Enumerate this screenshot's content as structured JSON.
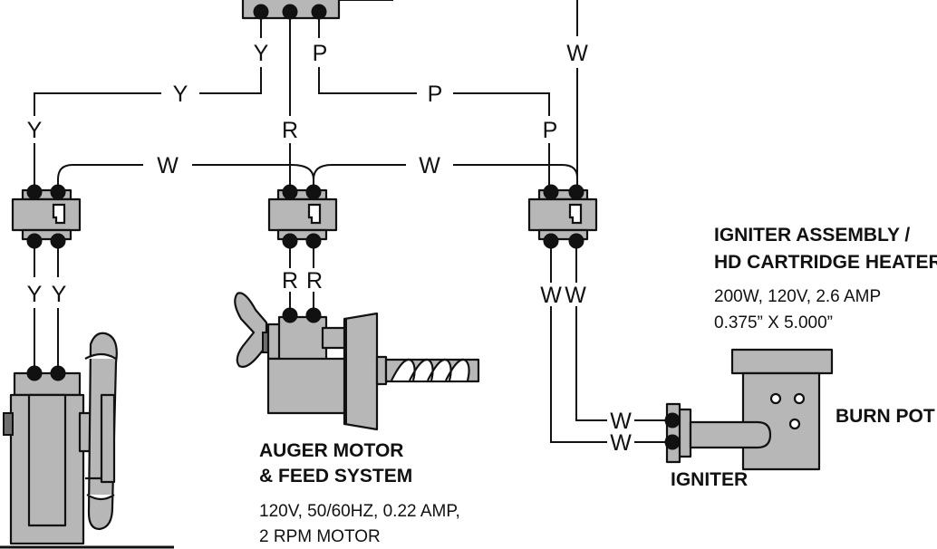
{
  "wire_labels": {
    "top_y": "Y",
    "top_p": "P",
    "top_w": "W",
    "mid_y": "Y",
    "mid_p": "P",
    "left_y": "Y",
    "mid_r": "R",
    "right_p": "P",
    "bridge_w_left": "W",
    "bridge_w_right": "W",
    "fan_y1": "Y",
    "fan_y2": "Y",
    "auger_r1": "R",
    "auger_r2": "R",
    "ign_w1": "W",
    "ign_w2": "W",
    "ign_lead_w1": "W",
    "ign_lead_w2": "W"
  },
  "igniter_assembly": {
    "title_line1": "IGNITER ASSEMBLY /",
    "title_line2": "HD CARTRIDGE HEATER",
    "spec_line1": "200W, 120V, 2.6 AMP",
    "spec_line2": "0.375” X 5.000”"
  },
  "burn_pot": {
    "label": "BURN POT"
  },
  "igniter": {
    "label": "IGNITER"
  },
  "auger": {
    "title_line1": "AUGER MOTOR",
    "title_line2": "& FEED SYSTEM",
    "spec_line1": "120V, 50/60HZ, 0.22 AMP,",
    "spec_line2": "2 RPM MOTOR"
  }
}
